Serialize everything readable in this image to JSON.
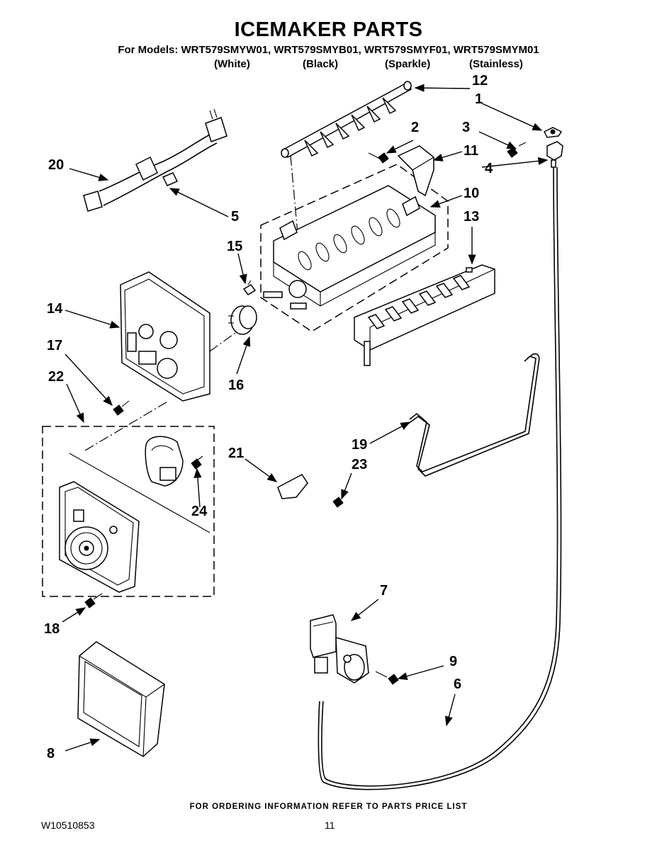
{
  "header": {
    "title": "ICEMAKER PARTS",
    "models": "For Models: WRT579SMYW01, WRT579SMYB01, WRT579SMYF01, WRT579SMYM01",
    "variants": [
      "(White)",
      "(Black)",
      "(Sparkle)",
      "(Stainless)"
    ]
  },
  "callouts": {
    "c1": "1",
    "c2": "2",
    "c3": "3",
    "c4": "4",
    "c5": "5",
    "c6": "6",
    "c7": "7",
    "c8": "8",
    "c9": "9",
    "c10": "10",
    "c11": "11",
    "c12": "12",
    "c13": "13",
    "c14": "14",
    "c15": "15",
    "c16": "16",
    "c17": "17",
    "c18": "18",
    "c19": "19",
    "c20": "20",
    "c21": "21",
    "c22": "22",
    "c23": "23",
    "c24": "24"
  },
  "footer": {
    "note": "FOR ORDERING INFORMATION REFER TO PARTS PRICE LIST",
    "doc_number": "W10510853",
    "page_number": "11"
  }
}
